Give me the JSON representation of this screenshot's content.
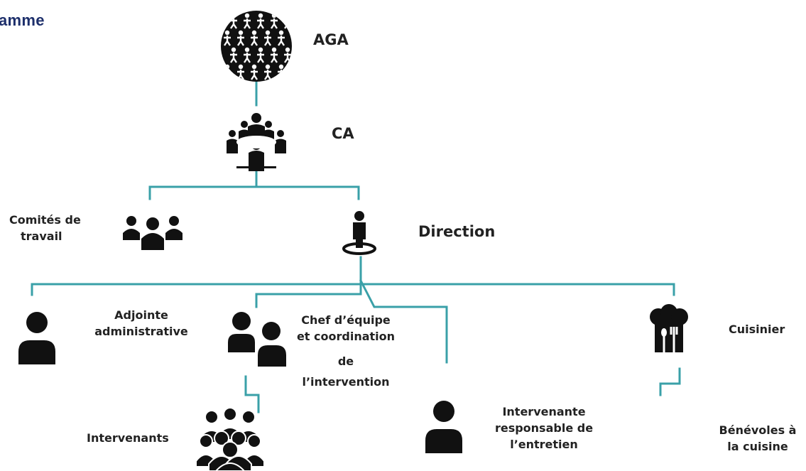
{
  "page": {
    "title": "amme"
  },
  "nodes": {
    "aga": {
      "label": "AGA"
    },
    "ca": {
      "label": "CA"
    },
    "comites": {
      "line1": "Comités de",
      "line2": "travail"
    },
    "direction": {
      "label": "Direction"
    },
    "adjointe": {
      "line1": "Adjointe",
      "line2": "administrative"
    },
    "chef": {
      "line1": "Chef d’équipe",
      "line2": "et coordination",
      "line3": "de",
      "line4": "l’intervention"
    },
    "cuisinier": {
      "label": "Cuisinier"
    },
    "intervenants": {
      "label": "Intervenants"
    },
    "entretien": {
      "line1": "Intervenante",
      "line2": "responsable de",
      "line3": "l’entretien"
    },
    "benevoles": {
      "line1": "Bénévoles à",
      "line2": "la cuisine"
    }
  },
  "colors": {
    "connector": "#3aa0a8",
    "title": "#1d2f6b",
    "icon": "#111111"
  },
  "icons": [
    "people-grid-icon",
    "meeting-table-icon",
    "group-icon",
    "director-icon",
    "person-icon",
    "two-people-icon",
    "chef-hat-icon",
    "crowd-icon",
    "person-icon"
  ]
}
